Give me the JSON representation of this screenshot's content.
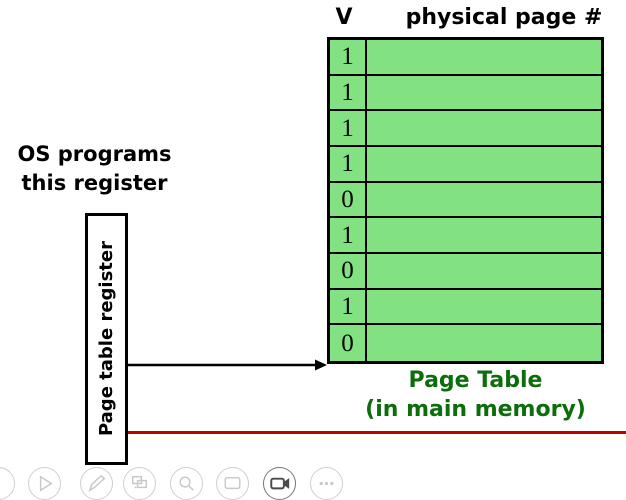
{
  "table": {
    "header": {
      "v_label": "V",
      "ppn_label": "physical page #"
    },
    "rows": [
      "1",
      "1",
      "1",
      "1",
      "0",
      "1",
      "0",
      "1",
      "0"
    ],
    "caption": {
      "line1": "Page Table",
      "line2": "(in main memory)"
    }
  },
  "annotations": {
    "os_note_line1": "OS programs",
    "os_note_line2": "this register",
    "register_label": "Page table register"
  },
  "colors": {
    "cell_green": "#82E282",
    "divider_red": "#C00000",
    "caption_green": "#0B6E0B"
  },
  "toolbar": {
    "icons": [
      "previous-slide",
      "play",
      "pen",
      "slides",
      "zoom",
      "display",
      "camera",
      "more-options"
    ]
  }
}
